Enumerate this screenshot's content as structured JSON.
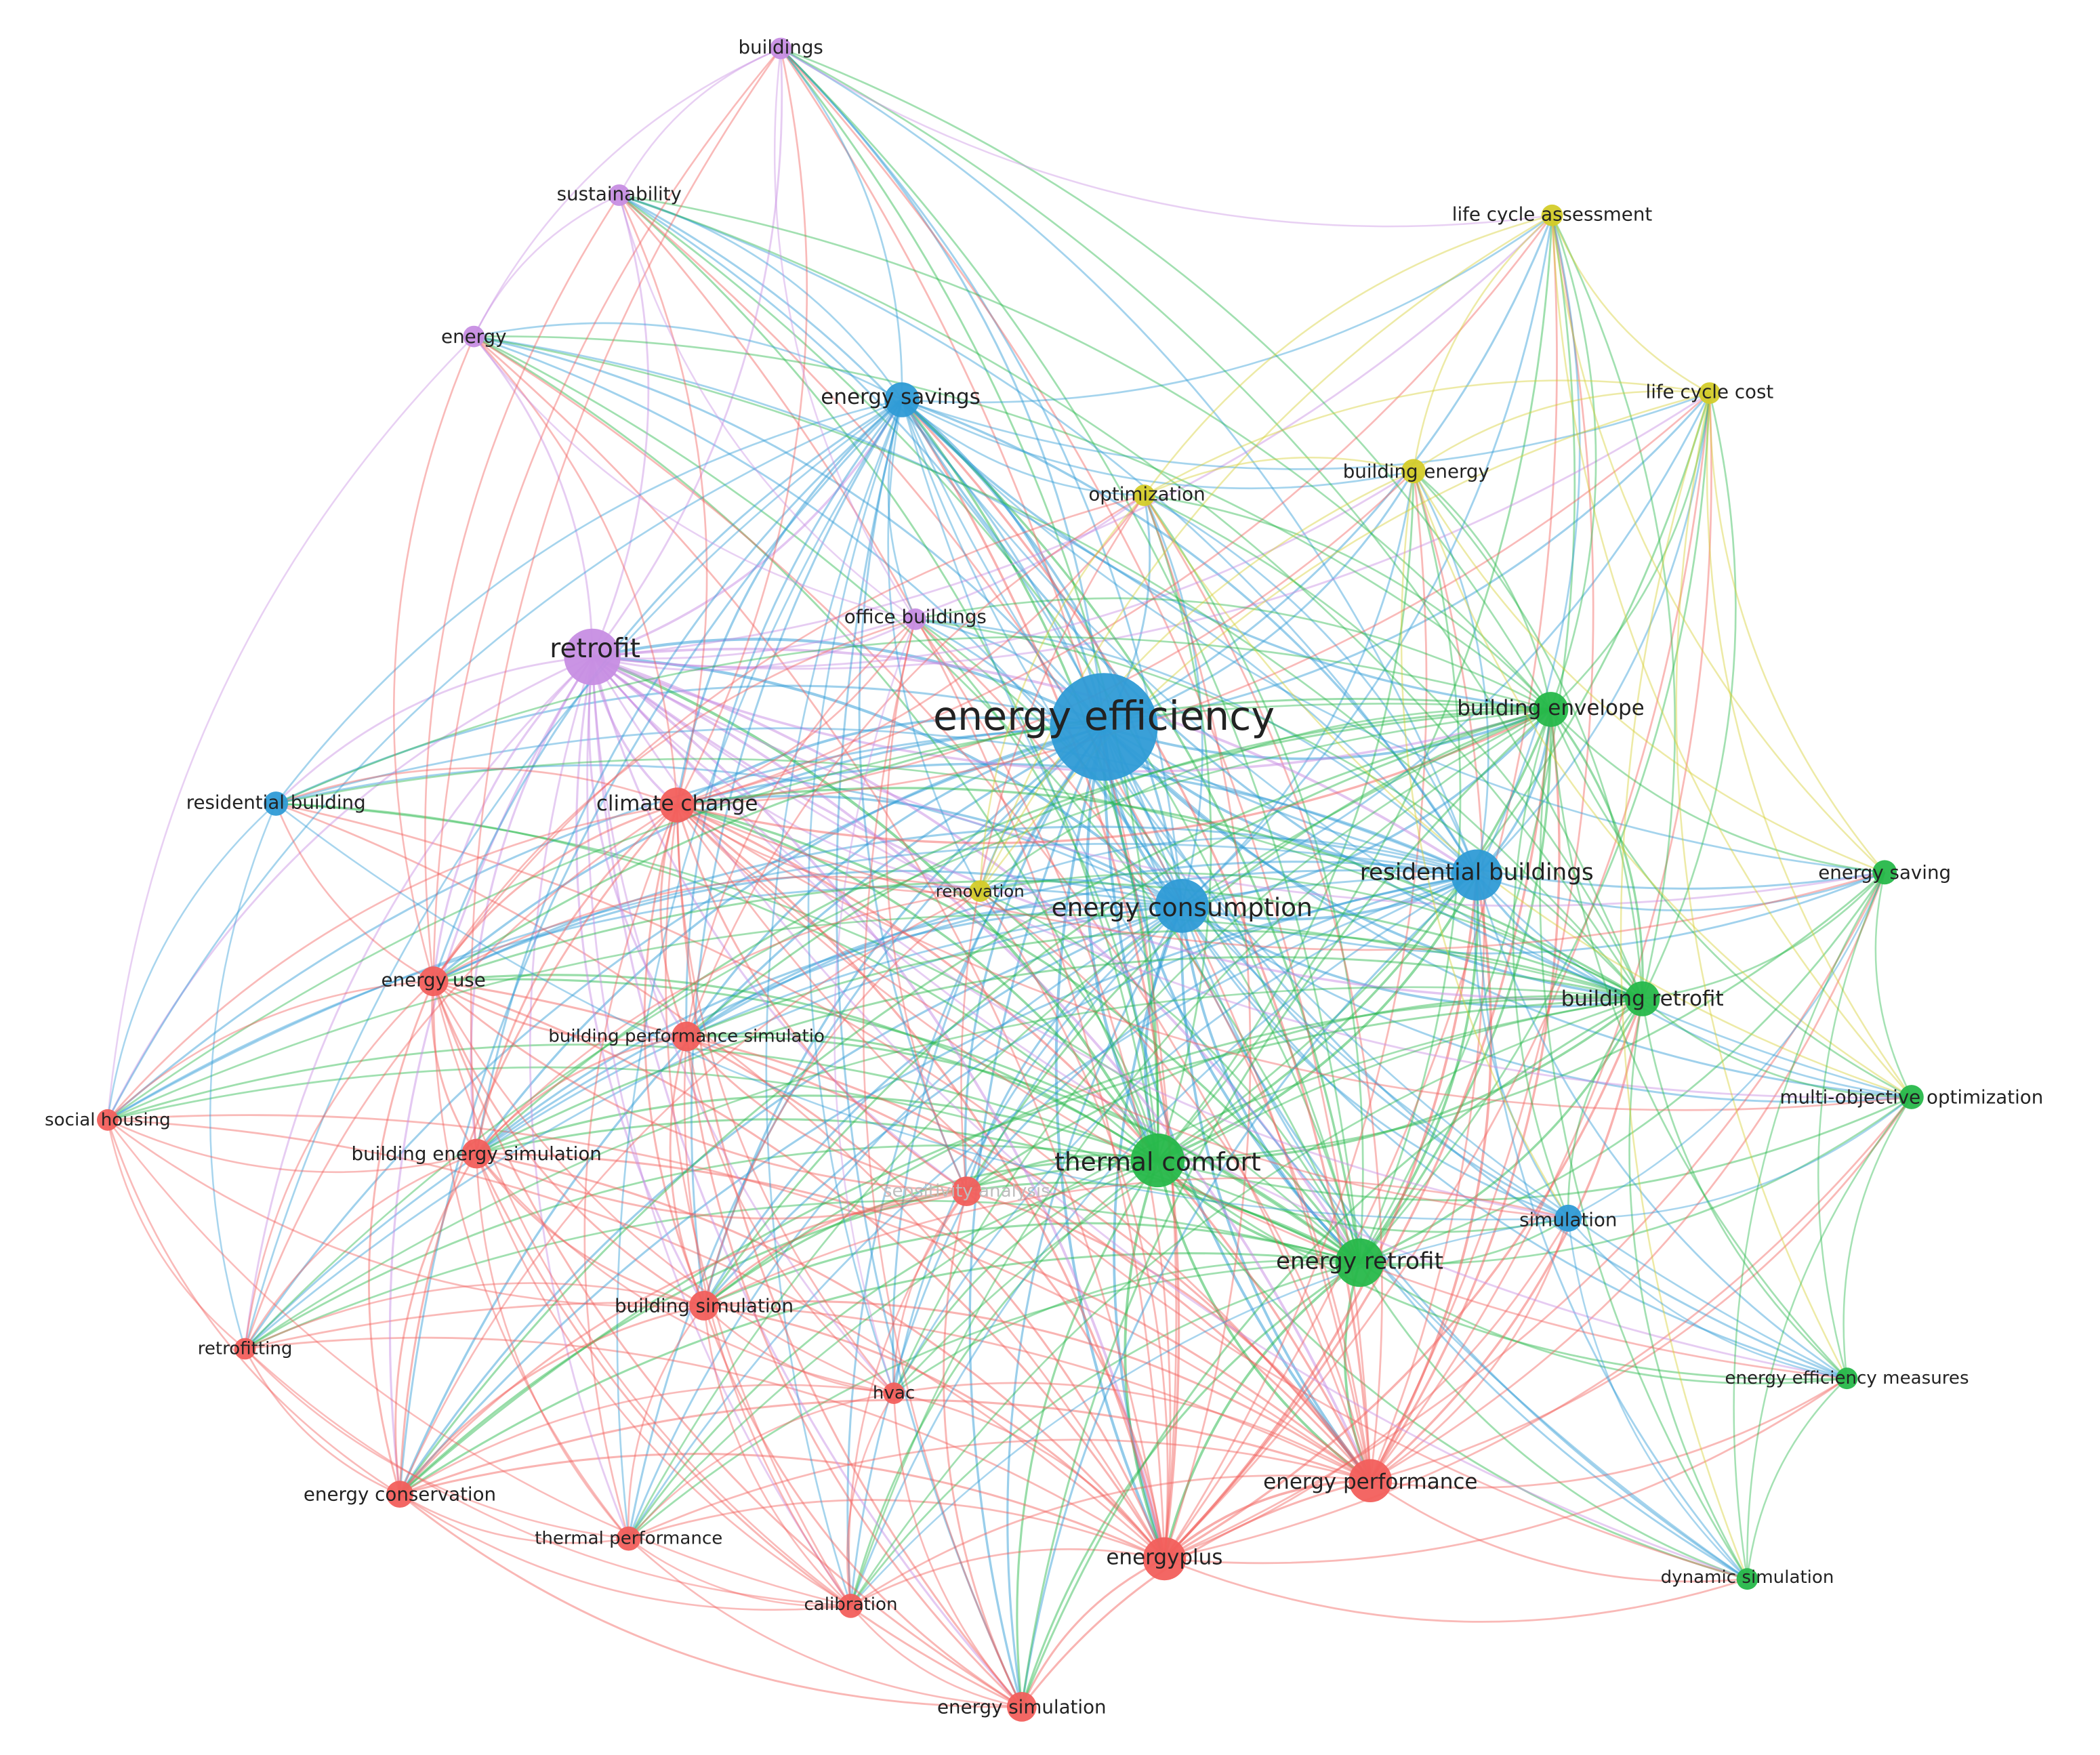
{
  "clusters": {
    "red": "#f25f5c",
    "green": "#27b84a",
    "blue": "#2f9bd6",
    "yellow": "#d4cc2a",
    "purple": "#c78ee3"
  },
  "nodes": [
    {
      "id": "energy efficiency",
      "cluster": "blue",
      "size": 5
    },
    {
      "id": "retrofit",
      "cluster": "purple",
      "size": 4
    },
    {
      "id": "energy consumption",
      "cluster": "blue",
      "size": 4
    },
    {
      "id": "thermal comfort",
      "cluster": "green",
      "size": 4
    },
    {
      "id": "residential buildings",
      "cluster": "blue",
      "size": 3.5
    },
    {
      "id": "energy retrofit",
      "cluster": "green",
      "size": 3.5
    },
    {
      "id": "energy performance",
      "cluster": "red",
      "size": 3.5
    },
    {
      "id": "energyplus",
      "cluster": "red",
      "size": 3.5
    },
    {
      "id": "energy savings",
      "cluster": "blue",
      "size": 3
    },
    {
      "id": "building envelope",
      "cluster": "green",
      "size": 3
    },
    {
      "id": "building retrofit",
      "cluster": "green",
      "size": 3
    },
    {
      "id": "climate change",
      "cluster": "red",
      "size": 3
    },
    {
      "id": "buildings",
      "cluster": "purple",
      "size": 2
    },
    {
      "id": "sustainability",
      "cluster": "purple",
      "size": 2
    },
    {
      "id": "energy",
      "cluster": "purple",
      "size": 2
    },
    {
      "id": "office buildings",
      "cluster": "purple",
      "size": 2
    },
    {
      "id": "life cycle assessment",
      "cluster": "yellow",
      "size": 2
    },
    {
      "id": "life cycle cost",
      "cluster": "yellow",
      "size": 2
    },
    {
      "id": "building energy",
      "cluster": "yellow",
      "size": 2
    },
    {
      "id": "optimization",
      "cluster": "yellow",
      "size": 2
    },
    {
      "id": "renovation",
      "cluster": "yellow",
      "size": 2
    },
    {
      "id": "residential building",
      "cluster": "blue",
      "size": 2
    },
    {
      "id": "simulation",
      "cluster": "blue",
      "size": 2
    },
    {
      "id": "energy saving",
      "cluster": "green",
      "size": 2
    },
    {
      "id": "multi-objective optimization",
      "cluster": "green",
      "size": 2
    },
    {
      "id": "energy efficiency measures",
      "cluster": "green",
      "size": 2
    },
    {
      "id": "dynamic simulation",
      "cluster": "green",
      "size": 2
    },
    {
      "id": "energy use",
      "cluster": "red",
      "size": 2.5
    },
    {
      "id": "building performance simulatio",
      "cluster": "red",
      "size": 2.5
    },
    {
      "id": "social housing",
      "cluster": "red",
      "size": 2
    },
    {
      "id": "building energy simulation",
      "cluster": "red",
      "size": 2.5
    },
    {
      "id": "sensitivity analysis",
      "cluster": "red",
      "size": 2.5
    },
    {
      "id": "building simulation",
      "cluster": "red",
      "size": 2.5
    },
    {
      "id": "retrofitting",
      "cluster": "red",
      "size": 2
    },
    {
      "id": "hvac",
      "cluster": "red",
      "size": 2
    },
    {
      "id": "energy conservation",
      "cluster": "red",
      "size": 2.5
    },
    {
      "id": "thermal performance",
      "cluster": "red",
      "size": 2
    },
    {
      "id": "calibration",
      "cluster": "red",
      "size": 2
    },
    {
      "id": "energy simulation",
      "cluster": "red",
      "size": 2.5
    }
  ]
}
